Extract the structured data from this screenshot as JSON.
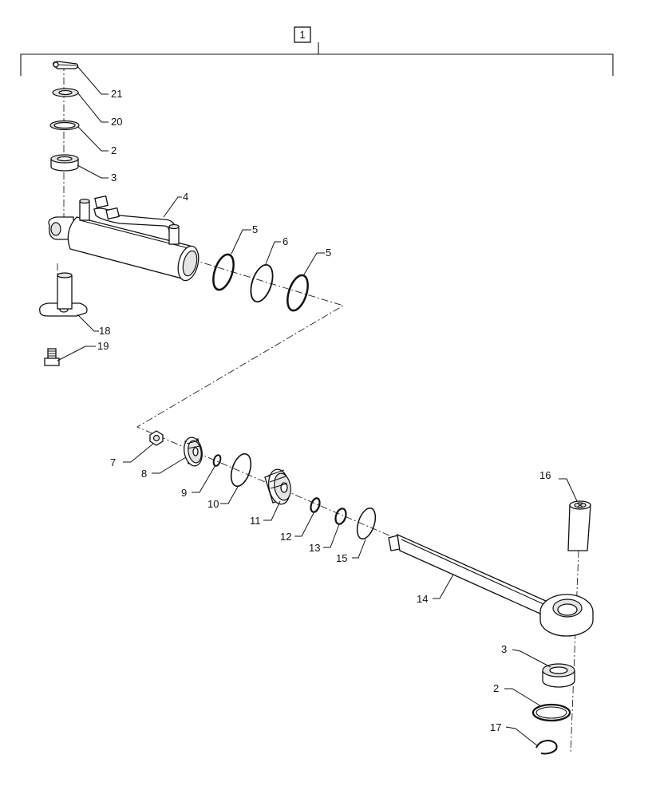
{
  "assembly": {
    "label": "1"
  },
  "callouts": [
    {
      "id": "c21",
      "label": "21"
    },
    {
      "id": "c20",
      "label": "20"
    },
    {
      "id": "c2a",
      "label": "2"
    },
    {
      "id": "c3a",
      "label": "3"
    },
    {
      "id": "c4",
      "label": "4"
    },
    {
      "id": "c5a",
      "label": "5"
    },
    {
      "id": "c6",
      "label": "6"
    },
    {
      "id": "c5b",
      "label": "5"
    },
    {
      "id": "c18",
      "label": "18"
    },
    {
      "id": "c19",
      "label": "19"
    },
    {
      "id": "c7",
      "label": "7"
    },
    {
      "id": "c8",
      "label": "8"
    },
    {
      "id": "c9",
      "label": "9"
    },
    {
      "id": "c10",
      "label": "10"
    },
    {
      "id": "c11",
      "label": "11"
    },
    {
      "id": "c12",
      "label": "12"
    },
    {
      "id": "c13",
      "label": "13"
    },
    {
      "id": "c15",
      "label": "15"
    },
    {
      "id": "c14",
      "label": "14"
    },
    {
      "id": "c16",
      "label": "16"
    },
    {
      "id": "c3b",
      "label": "3"
    },
    {
      "id": "c2b",
      "label": "2"
    },
    {
      "id": "c17",
      "label": "17"
    }
  ]
}
